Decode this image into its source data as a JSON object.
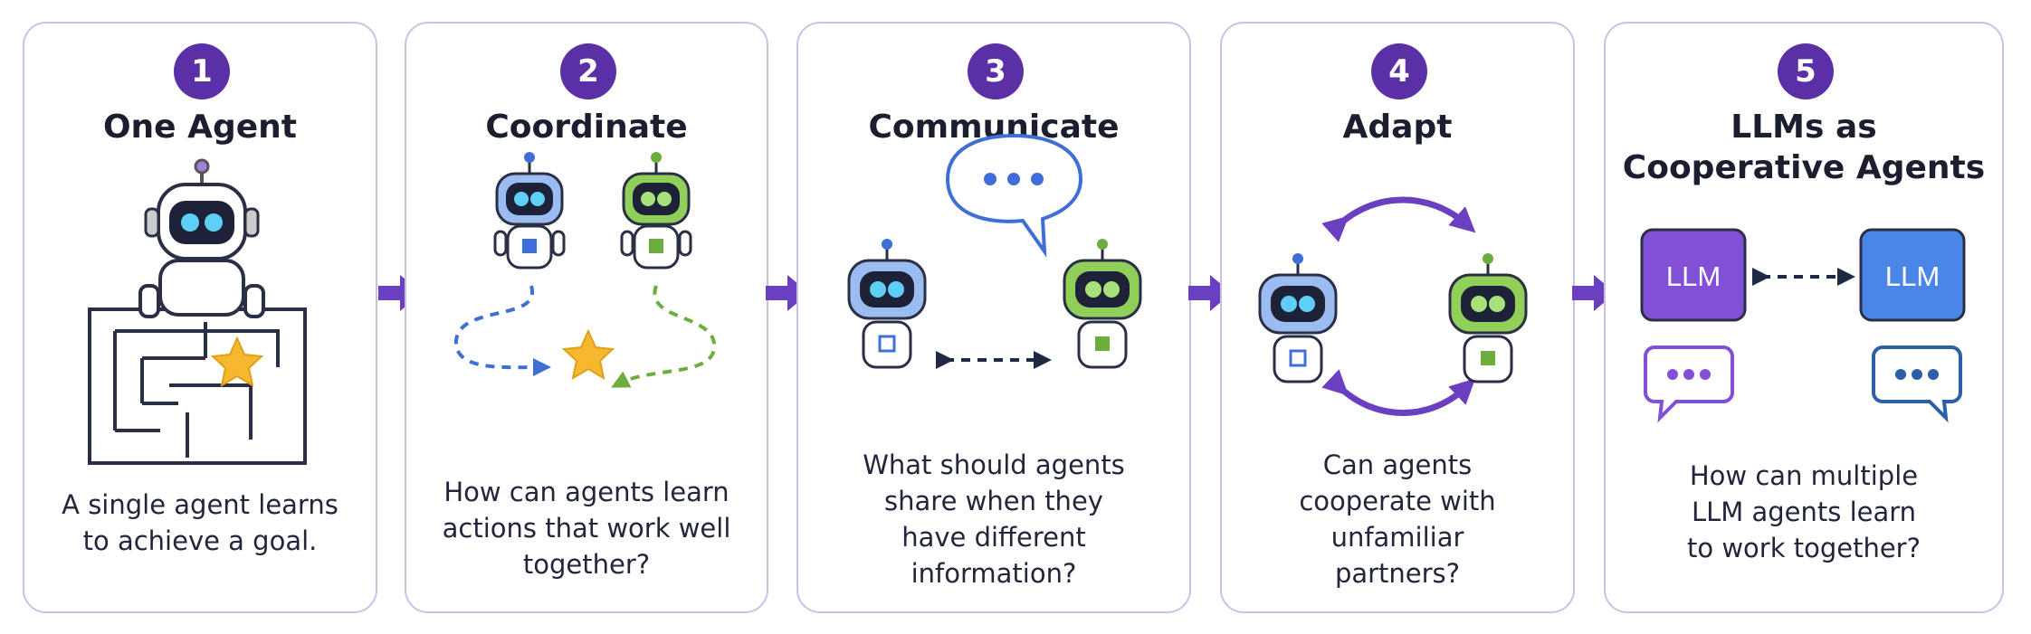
{
  "colors": {
    "accent": "#5b2fa6",
    "border": "#c9c2e6",
    "blue": "#3f6fd6",
    "green": "#6cae3e",
    "star": "#f5b82e",
    "llm_purple": "#8250d6",
    "llm_blue": "#4a86e8"
  },
  "steps": [
    {
      "number": "1",
      "title": [
        "One Agent"
      ],
      "description": [
        "A single agent learns",
        "to achieve a goal."
      ],
      "icons": [
        "robot-icon",
        "maze-icon",
        "star-icon"
      ]
    },
    {
      "number": "2",
      "title": [
        "Coordinate"
      ],
      "description": [
        "How can agents learn",
        "actions that work well",
        "together?"
      ],
      "icons": [
        "blue-robot-icon",
        "green-robot-icon",
        "star-icon"
      ]
    },
    {
      "number": "3",
      "title": [
        "Communicate"
      ],
      "description": [
        "What should agents",
        "share when they",
        "have different",
        "information?"
      ],
      "icons": [
        "speech-bubble-icon",
        "blue-robot-icon",
        "green-robot-icon"
      ]
    },
    {
      "number": "4",
      "title": [
        "Adapt"
      ],
      "description": [
        "Can agents",
        "cooperate with",
        "unfamiliar",
        "partners?"
      ],
      "icons": [
        "cycle-arrows-icon",
        "blue-robot-icon",
        "green-robot-icon"
      ]
    },
    {
      "number": "5",
      "title": [
        "LLMs as",
        "Cooperative Agents"
      ],
      "description": [
        "How can multiple",
        "LLM agents learn",
        "to work together?"
      ],
      "llm_labels": [
        "LLM",
        "LLM"
      ]
    }
  ],
  "connector_icon": "right-arrow-icon"
}
